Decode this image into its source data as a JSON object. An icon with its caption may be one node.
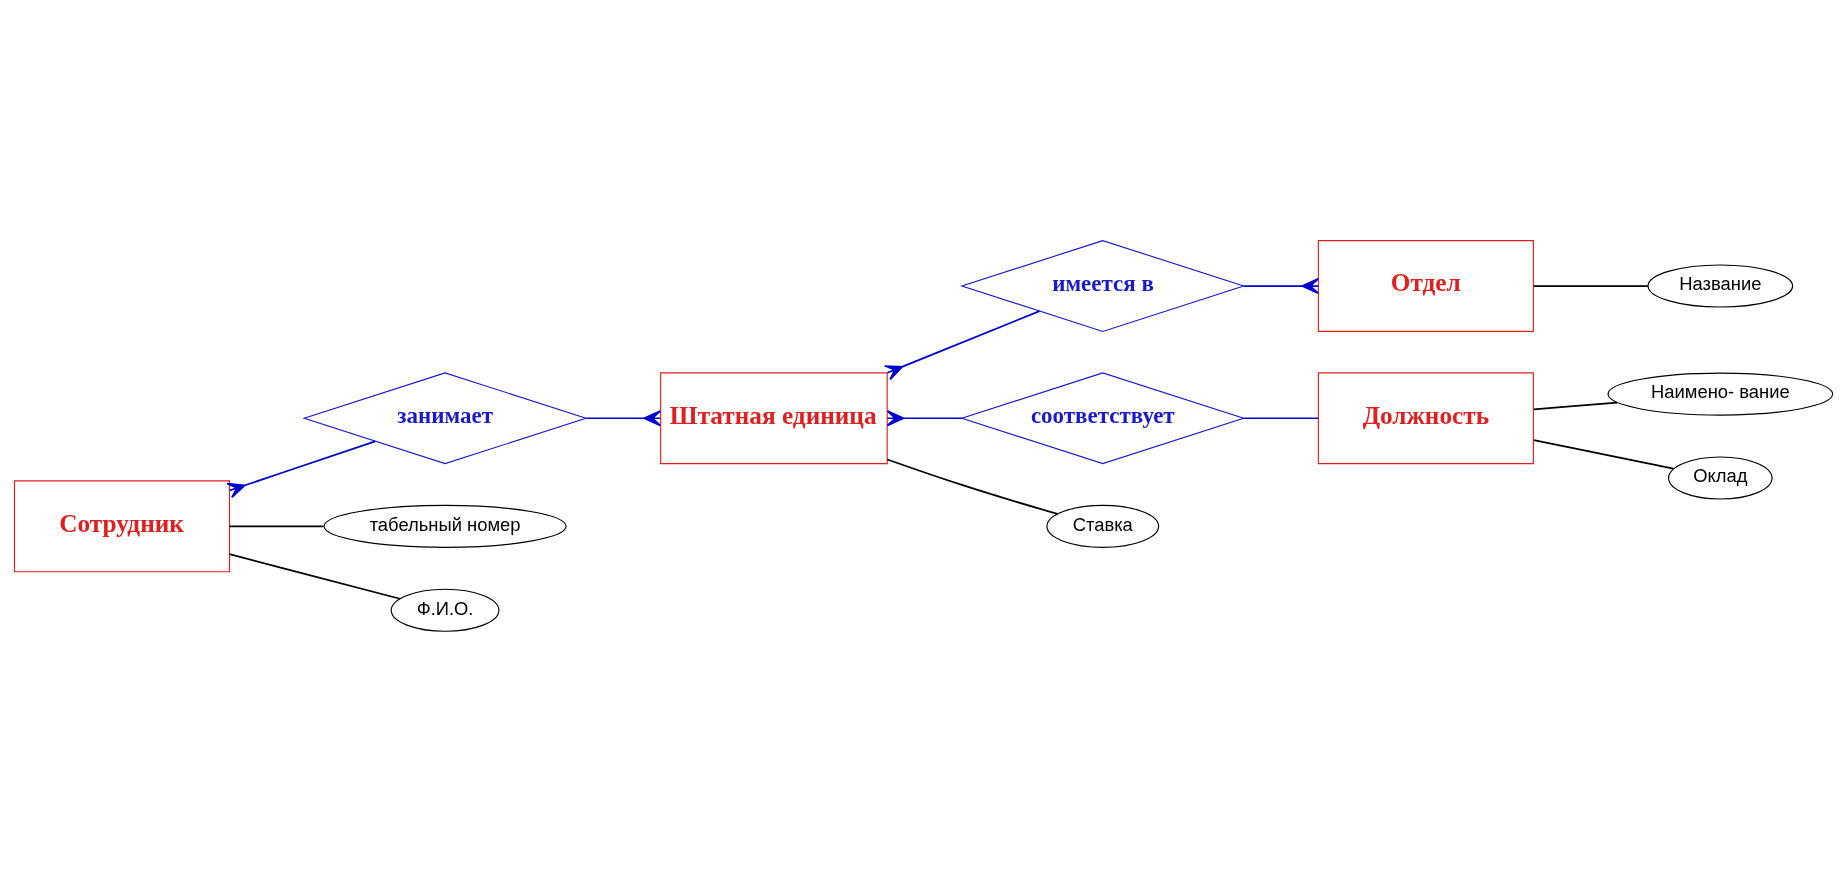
{
  "diagram": {
    "nodes": [
      {
        "text": [
          "Сотрудник"
        ]
      },
      {
        "text": [
          "занимает"
        ]
      },
      {
        "text": [
          "Штатная единица"
        ]
      },
      {
        "text": [
          "имеется в"
        ]
      },
      {
        "text": [
          "Отдел"
        ]
      },
      {
        "text": [
          "соответствует"
        ]
      },
      {
        "text": [
          "Должность"
        ]
      },
      {
        "text": [
          "Название"
        ]
      },
      {
        "text": [
          "Ставка"
        ]
      },
      {
        "text": [
          "табельный номер"
        ]
      },
      {
        "text": [
          "Ф.И.О."
        ]
      },
      {
        "text": [
          "Наимено- вание"
        ]
      },
      {
        "text": [
          "Оклад"
        ]
      }
    ],
    "edges": [
      {
        "from": 0,
        "to": 1,
        "arrow": "other",
        "color": "#0000cc"
      },
      {
        "from": 2,
        "to": 1,
        "arrow": "other",
        "color": "#0000cc"
      },
      {
        "from": 2,
        "to": 3,
        "arrow": "other",
        "color": "#0000cc"
      },
      {
        "from": 4,
        "to": 3,
        "arrow": "other",
        "color": "#0000cc"
      },
      {
        "from": 2,
        "to": 5,
        "arrow": "other",
        "color": "#0000cc"
      },
      {
        "from": 5,
        "to": 6,
        "arrow": "none",
        "color": "#0000cc"
      },
      {
        "from": 4,
        "to": 7,
        "arrow": "none",
        "color": "#000000"
      },
      {
        "from": 2,
        "to": 8,
        "arrow": "none",
        "color": "#000000"
      },
      {
        "from": 0,
        "to": 9,
        "arrow": "none",
        "color": "#000000"
      },
      {
        "from": 0,
        "to": 10,
        "arrow": "none",
        "color": "#000000"
      },
      {
        "from": 6,
        "to": 11,
        "arrow": "none",
        "color": "#000000"
      },
      {
        "from": 6,
        "to": 12,
        "arrow": "none",
        "color": "#000000"
      }
    ]
  }
}
